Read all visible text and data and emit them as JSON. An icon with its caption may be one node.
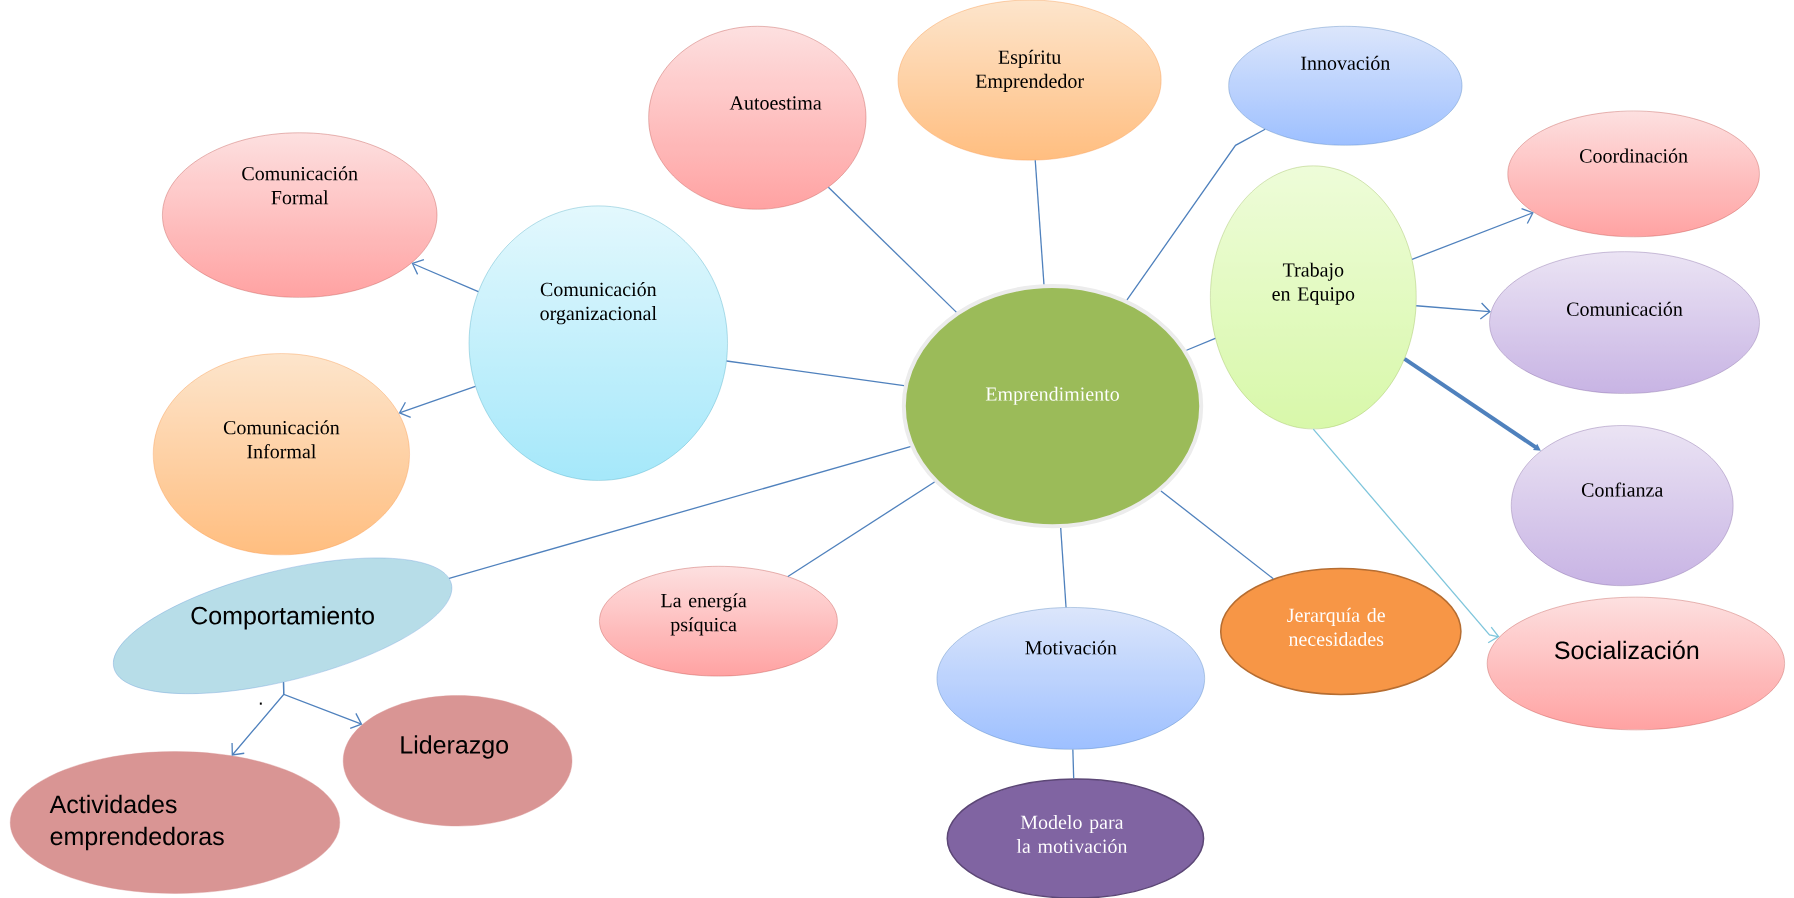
{
  "diagram": {
    "nodes": [
      {
        "text": [
          "Autoestima"
        ]
      },
      {
        "text": [
          "Espíritu Emprendedor"
        ]
      },
      {
        "text": [
          "Innovación"
        ]
      },
      {
        "text": [
          "Comunicación Formal"
        ]
      },
      {
        "text": [
          "Coordinación"
        ]
      },
      {
        "text": [
          "Trabajo en Equipo"
        ]
      },
      {
        "text": [
          "Comunicación"
        ]
      },
      {
        "text": [
          "Comunicación organizacional"
        ]
      },
      {
        "text": [
          "Emprendimiento"
        ]
      },
      {
        "text": [
          "Comunicación Informal"
        ]
      },
      {
        "text": [
          "Confianza"
        ]
      },
      {
        "text": [
          "Comportamiento"
        ]
      },
      {
        "text": [
          "La energía psíquica"
        ]
      },
      {
        "text": [
          "Jerarquía de necesidades"
        ]
      },
      {
        "text": [
          "Motivación"
        ]
      },
      {
        "text": [
          "Socialización"
        ]
      },
      {
        "text": [
          "Liderazgo"
        ]
      },
      {
        "text": [
          "Actividades emprendedoras"
        ]
      },
      {
        "text": [
          "Modelo para la motivación"
        ]
      }
    ],
    "edges": [
      {
        "from": 8,
        "to": 0,
        "arrow": "none"
      },
      {
        "from": 8,
        "to": 1,
        "arrow": "none"
      },
      {
        "from": 8,
        "to": 2,
        "arrow": "none"
      },
      {
        "from": 8,
        "to": 5,
        "arrow": "none"
      },
      {
        "from": 8,
        "to": 7,
        "arrow": "none"
      },
      {
        "from": 8,
        "to": 11,
        "arrow": "none"
      },
      {
        "from": 8,
        "to": 12,
        "arrow": "none"
      },
      {
        "from": 8,
        "to": 13,
        "arrow": "none"
      },
      {
        "from": 8,
        "to": 14,
        "arrow": "none"
      },
      {
        "from": 14,
        "to": 18,
        "arrow": "none"
      },
      {
        "from": 7,
        "to": 3,
        "arrow": "to"
      },
      {
        "from": 7,
        "to": 9,
        "arrow": "to"
      },
      {
        "from": 5,
        "to": 4,
        "arrow": "to"
      },
      {
        "from": 5,
        "to": 6,
        "arrow": "to"
      },
      {
        "from": 5,
        "to": 10,
        "arrow": "to",
        "style": "thick"
      },
      {
        "from": 5,
        "to": 15,
        "arrow": "to",
        "color": "#7fc6dc"
      },
      {
        "from": 11,
        "to": 16,
        "arrow": "to"
      },
      {
        "from": 11,
        "to": 17,
        "arrow": "to"
      }
    ],
    "labels": [
      "."
    ]
  }
}
